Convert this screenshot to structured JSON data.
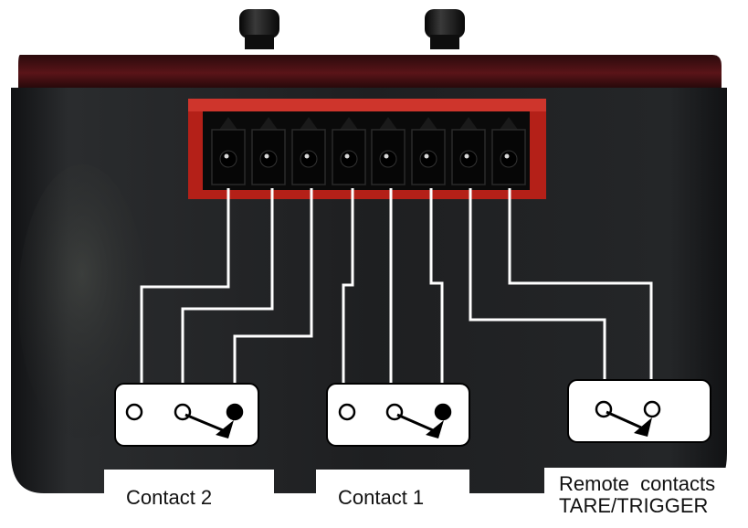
{
  "labels": {
    "contact2": "Contact 2",
    "contact1": "Contact 1",
    "remote_line1": "Remote contacts",
    "remote_line2": "TARE/TRIGGER"
  },
  "colors": {
    "housing": "#1b1c1e",
    "top_lid": "#3a1214",
    "connector_window": "#c2261c",
    "wire": "#ffffff",
    "contact_fill": "#000000"
  },
  "connector": {
    "pin_count": 8
  }
}
